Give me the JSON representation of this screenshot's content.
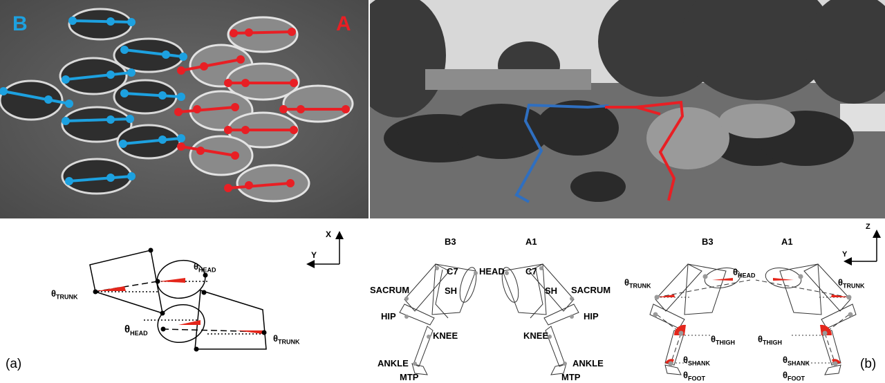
{
  "photos": {
    "left": {
      "team_b_label": "B",
      "team_a_label": "A",
      "team_b_color": "#1da1e0",
      "team_a_color": "#e81f24"
    },
    "right": {
      "team_b_color": "#2f6fc0",
      "team_a_color": "#e81f24"
    }
  },
  "panel_a": {
    "label": "(a)",
    "axes": {
      "x": "X",
      "y": "Y"
    },
    "angles": [
      {
        "theta": "θ",
        "sub": "TRUNK"
      },
      {
        "theta": "θ",
        "sub": "HEAD"
      },
      {
        "theta": "θ",
        "sub": "HEAD"
      },
      {
        "theta": "θ",
        "sub": "TRUNK"
      }
    ]
  },
  "panel_b_middle": {
    "players": {
      "left": "B3",
      "right": "A1"
    },
    "left_joints": {
      "c7": "C7",
      "head": "HEAD",
      "sacrum": "SACRUM",
      "sh": "SH",
      "hip": "HIP",
      "knee": "KNEE",
      "ankle": "ANKLE",
      "mtp": "MTP"
    },
    "right_joints": {
      "c7": "C7",
      "sh": "SH",
      "sacrum": "SACRUM",
      "hip": "HIP",
      "knee": "KNEE",
      "ankle": "ANKLE",
      "mtp": "MTP"
    }
  },
  "panel_b_right": {
    "label": "(b)",
    "axes": {
      "z": "Z",
      "y": "Y"
    },
    "players": {
      "left": "B3",
      "right": "A1"
    },
    "angles": {
      "theta": "θ",
      "trunk": "TRUNK",
      "head": "HEAD",
      "thigh": "THIGH",
      "shank": "SHANK",
      "foot": "FOOT"
    }
  },
  "colors": {
    "angle_fill": "#e4261b",
    "marker": "#9a9a9a"
  }
}
